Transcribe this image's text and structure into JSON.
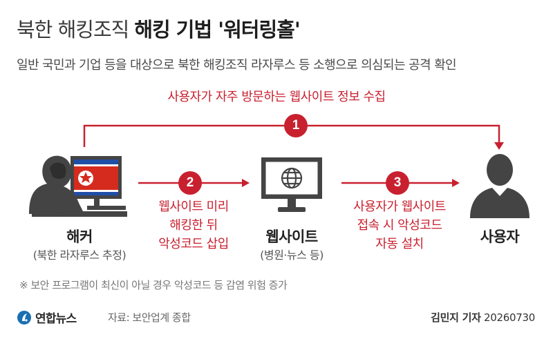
{
  "header": {
    "title_light": "북한 해킹조직",
    "title_bold": "해킹 기법 '워터링홀'",
    "subtitle": "일반 국민과 기업 등을 대상으로 북한 해킹조직 라자루스 등 소행으로 의심되는 공격 확인"
  },
  "flow": {
    "step1": {
      "num": "1",
      "text": "사용자가 자주 방문하는 웹사이트 정보 수집"
    },
    "step2": {
      "num": "2",
      "lines": [
        "웹사이트 미리",
        "해킹한 뒤",
        "악성코드 삽입"
      ]
    },
    "step3": {
      "num": "3",
      "lines": [
        "사용자가 웹사이트",
        "접속 시 악성코드",
        "자동 설치"
      ]
    }
  },
  "nodes": {
    "hacker": {
      "label": "해커",
      "sub": "(북한 라자루스 추정)"
    },
    "website": {
      "label": "웹사이트",
      "sub": "(병원·뉴스 등)"
    },
    "user": {
      "label": "사용자"
    }
  },
  "note": "※ 보안 프로그램이 최신이 아닐 경우 악성코드 등 감염 위험 증가",
  "footer": {
    "logo": "연합뉴스",
    "source": "자료: 보안업계 종합",
    "author": "김민지 기자",
    "date": "20260730"
  },
  "colors": {
    "accent": "#c8202f",
    "dark": "#2b2b2b",
    "icon_gray": "#444444",
    "logo_blue": "#1a6fb3"
  }
}
